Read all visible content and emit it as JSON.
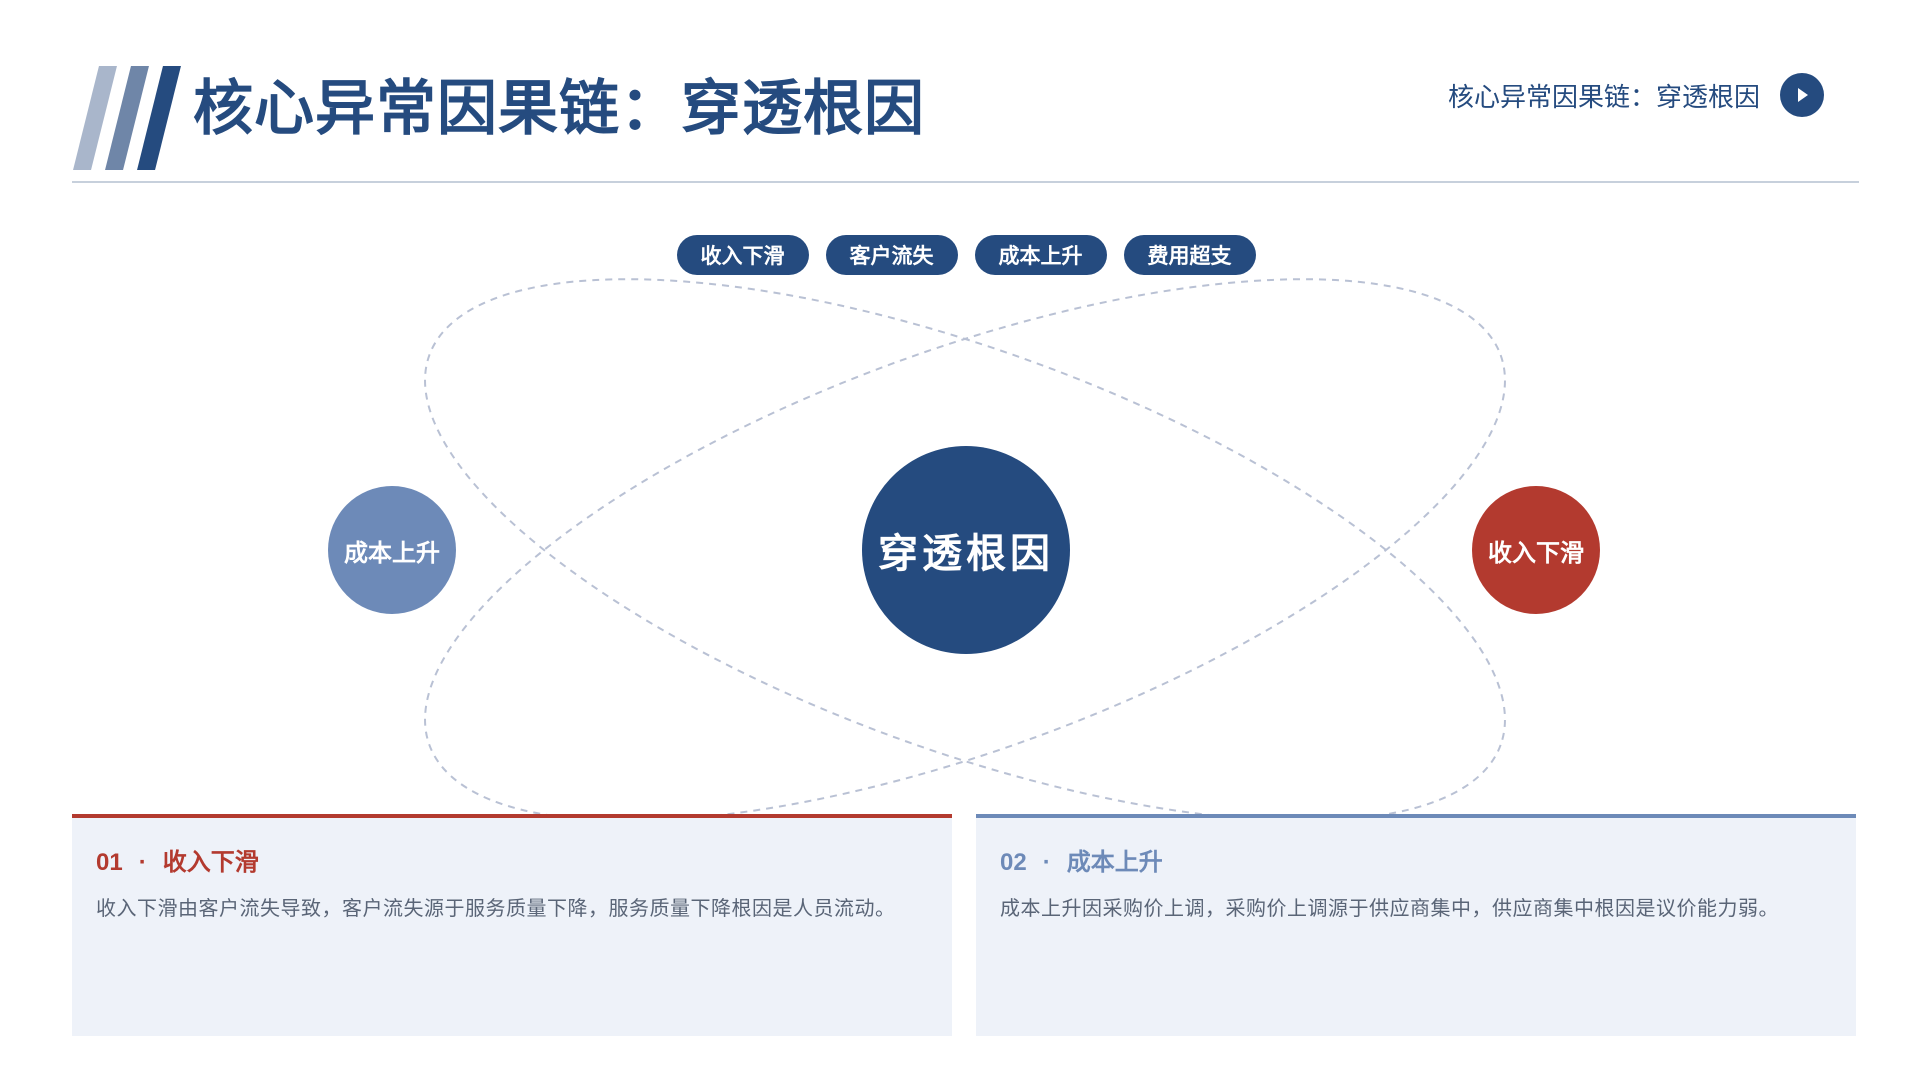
{
  "header": {
    "title": "核心异常因果链：穿透根因",
    "nav_label": "核心异常因果链：穿透根因",
    "nav_icon": "play-circle-icon"
  },
  "tags": [
    {
      "label": "收入下滑"
    },
    {
      "label": "客户流失"
    },
    {
      "label": "成本上升"
    },
    {
      "label": "费用超支"
    }
  ],
  "diagram": {
    "center_label": "穿透根因",
    "left_node_label": "成本上升",
    "right_node_label": "收入下滑"
  },
  "cards": [
    {
      "number": "01",
      "separator": "·",
      "title": "收入下滑",
      "body": "收入下滑由客户流失导致，客户流失源于服务质量下降，服务质量下降根因是人员流动。"
    },
    {
      "number": "02",
      "separator": "·",
      "title": "成本上升",
      "body": "成本上升因采购价上调，采购价上调源于供应商集中，供应商集中根因是议价能力弱。"
    }
  ],
  "colors": {
    "primary": "#254b7f",
    "accent_red": "#b33a2f",
    "accent_blue": "#6d8ab8",
    "card_bg": "#eef2f9"
  }
}
